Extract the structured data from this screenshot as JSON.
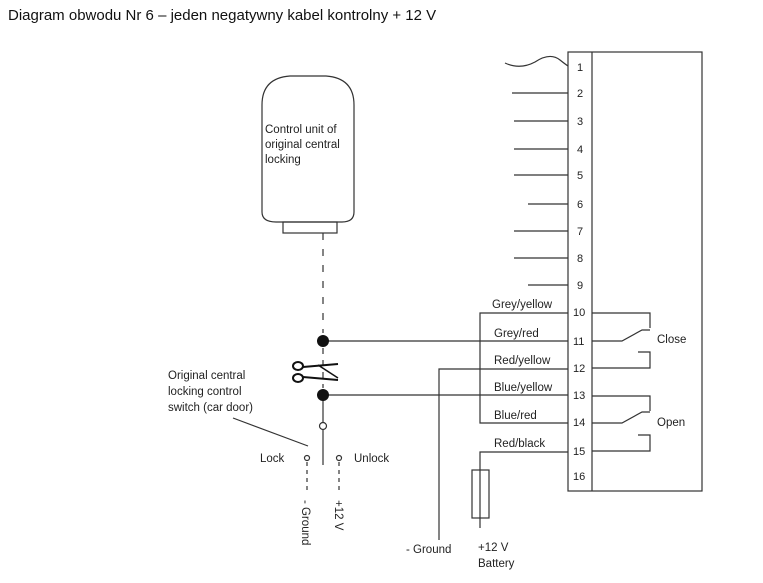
{
  "title": "Diagram obwodu Nr 6 – jeden negatywny kabel kontrolny + 12 V",
  "control_unit": {
    "label_lines": [
      "Control unit of",
      "original central",
      "locking"
    ]
  },
  "switch": {
    "label_lines": [
      "Original central",
      "locking control",
      "switch (car door)"
    ],
    "lock_label": "Lock",
    "unlock_label": "Unlock",
    "ground_label": "- Ground",
    "plus12_label": "+12 V"
  },
  "module": {
    "pins": [
      "1",
      "2",
      "3",
      "4",
      "5",
      "6",
      "7",
      "8",
      "9",
      "10",
      "11",
      "12",
      "13",
      "14",
      "15",
      "16"
    ],
    "wires": [
      {
        "pin": "10",
        "color": "Grey/yellow"
      },
      {
        "pin": "11",
        "color": "Grey/red"
      },
      {
        "pin": "12",
        "color": "Red/yellow"
      },
      {
        "pin": "13",
        "color": "Blue/yellow"
      },
      {
        "pin": "14",
        "color": "Blue/red"
      },
      {
        "pin": "15",
        "color": "Red/black"
      }
    ],
    "relays": [
      {
        "label": "Close"
      },
      {
        "label": "Open"
      }
    ]
  },
  "bottom": {
    "ground_label": "- Ground",
    "battery_line1": "+12 V",
    "battery_line2": "Battery"
  },
  "icons": {
    "cut": "scissors-icon",
    "fuse": "fuse-icon",
    "junction": "junction-dot-icon"
  }
}
